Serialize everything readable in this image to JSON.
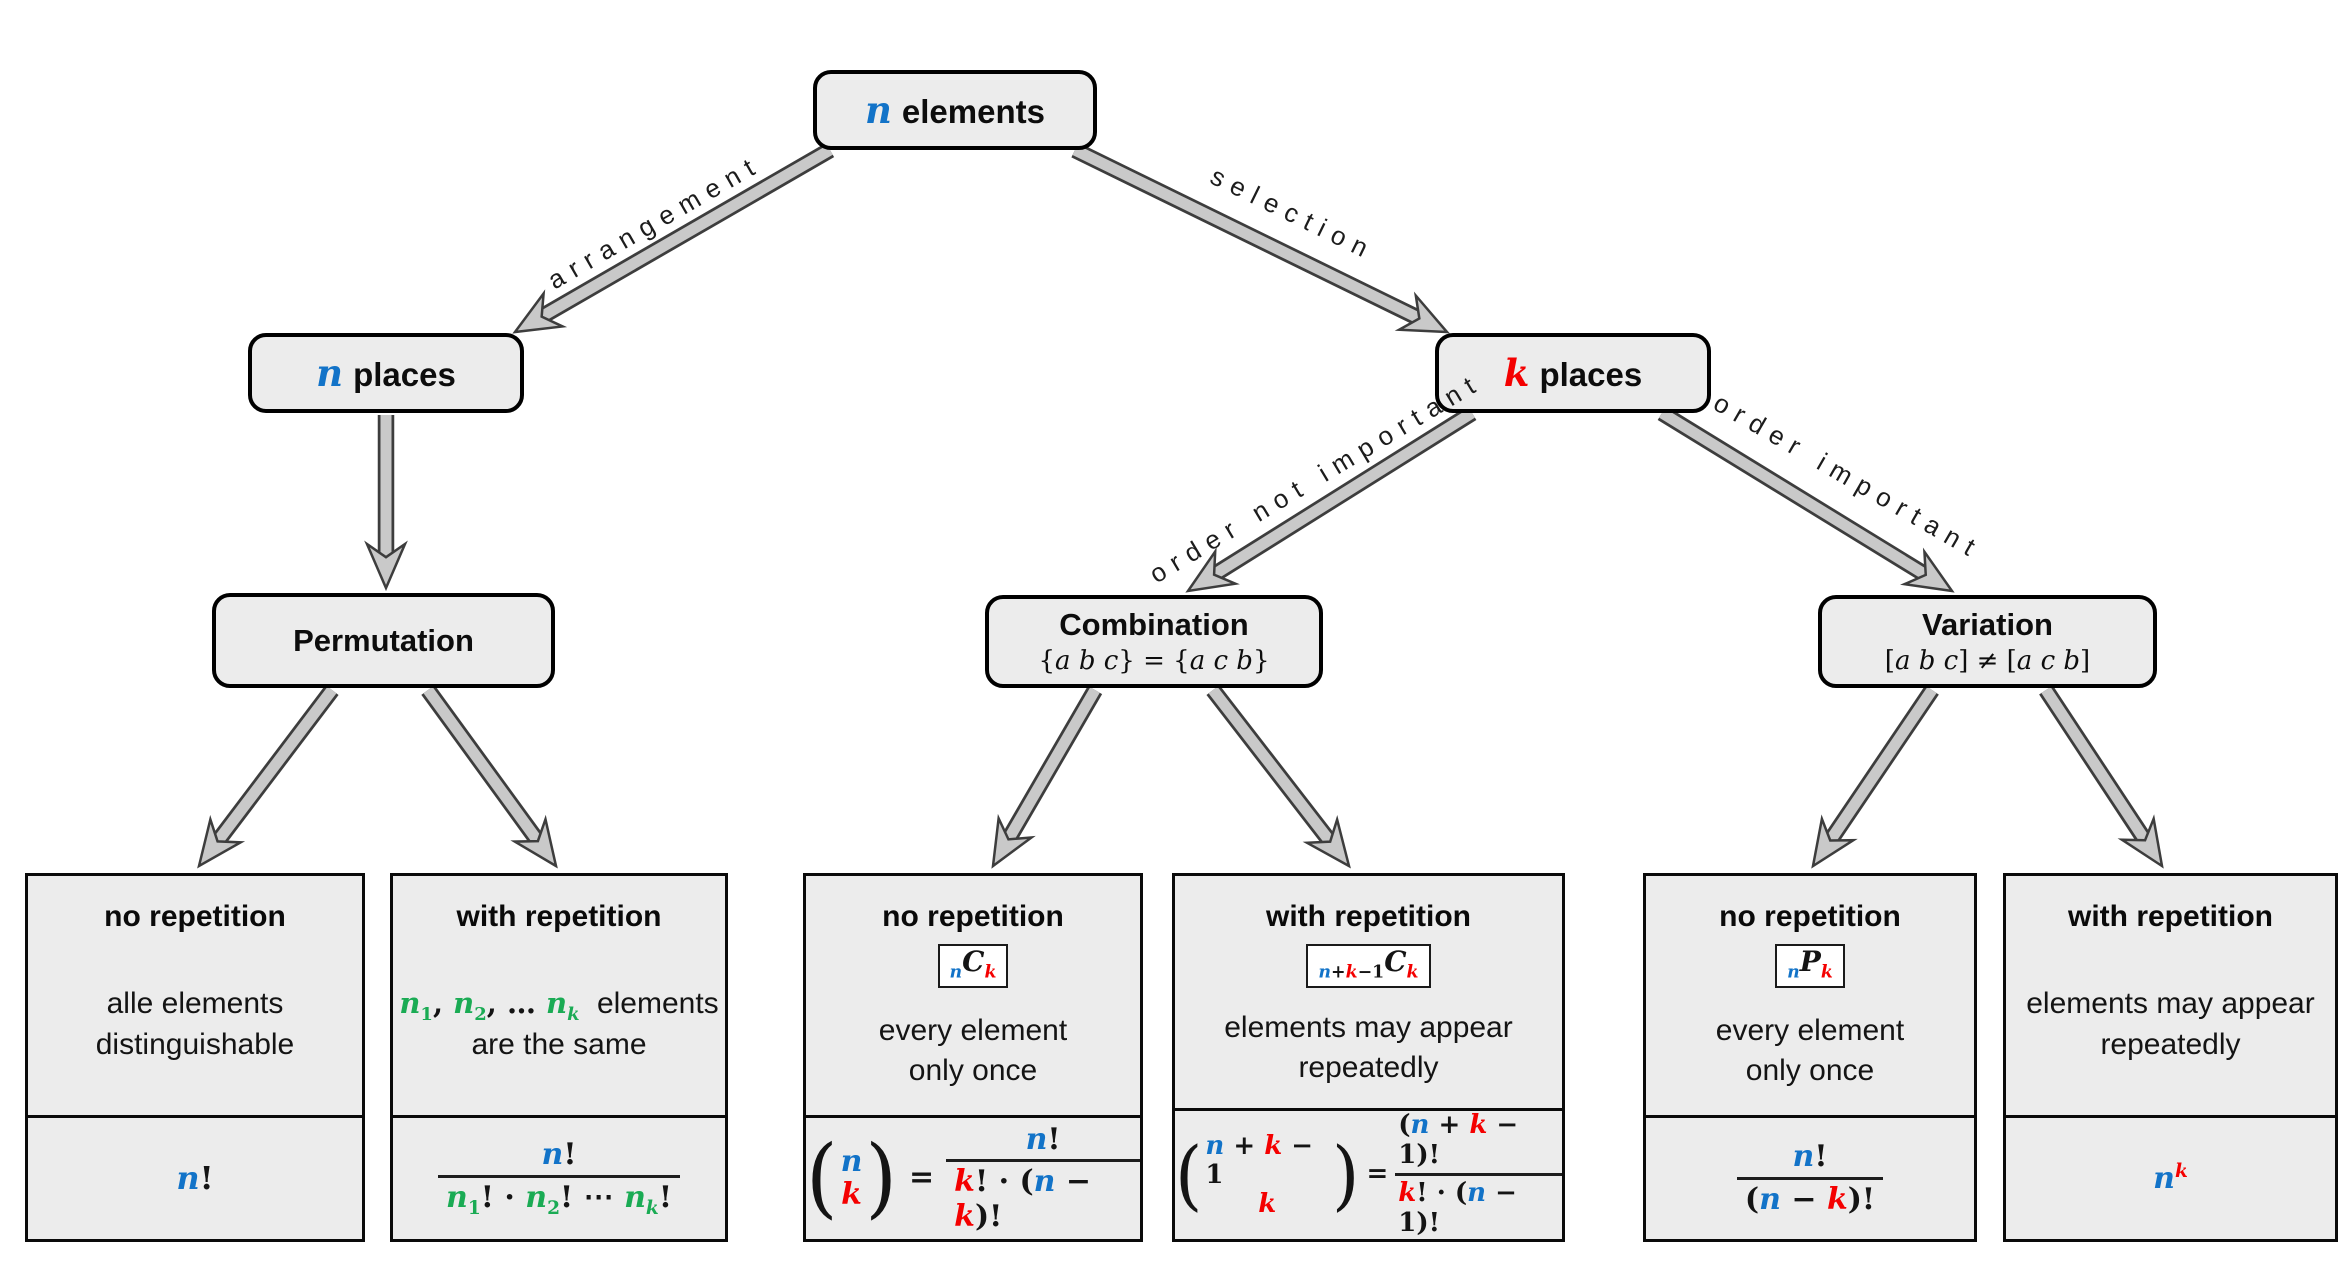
{
  "colors": {
    "blue": "#1273C8",
    "red": "#F40000",
    "green": "#1AAB54",
    "boxfill": "#ECECEC",
    "arrowfill": "#C9C9C9",
    "arrowline": "#3D3D3D"
  },
  "nodes": {
    "root": {
      "var": "n",
      "label": "elements"
    },
    "n_places": {
      "var": "n",
      "label": "places"
    },
    "k_places": {
      "var": "k",
      "label": "places"
    },
    "permutation": {
      "title": "Permutation"
    },
    "combination": {
      "title": "Combination",
      "subtitle": [
        {
          "t": "{"
        },
        {
          "t": "a b c",
          "v": 1
        },
        {
          "t": "} = {"
        },
        {
          "t": "a c b",
          "v": 1
        },
        {
          "t": "}"
        }
      ]
    },
    "variation": {
      "title": "Variation",
      "subtitle": [
        {
          "t": "["
        },
        {
          "t": "a b c",
          "v": 1
        },
        {
          "t": "] ≠ ["
        },
        {
          "t": "a c b",
          "v": 1
        },
        {
          "t": "]"
        }
      ]
    }
  },
  "edges": {
    "arrangement": "arrangement",
    "selection": "selection",
    "order_not_important": "order not important",
    "order_important": "order important"
  },
  "leaves": [
    {
      "heading": "no repetition",
      "desc": [
        "alle elements",
        "distinguishable"
      ],
      "formula": [
        {
          "t": "n",
          "c": "b",
          "v": 1
        },
        {
          "t": "!"
        }
      ]
    },
    {
      "heading": "with repetition",
      "desc_math": [
        {
          "t": "n",
          "c": "g",
          "v": 1
        },
        {
          "t": "1",
          "c": "g",
          "sub": 1
        },
        {
          "t": ", "
        },
        {
          "t": "n",
          "c": "g",
          "v": 1
        },
        {
          "t": "2",
          "c": "g",
          "sub": 1
        },
        {
          "t": ", … "
        },
        {
          "t": "n",
          "c": "g",
          "v": 1
        },
        {
          "t": "k",
          "c": "g",
          "v": 1,
          "sub": 1
        }
      ],
      "desc_tail": "elements",
      "desc2": "are the same",
      "frac": {
        "num": [
          {
            "t": "n",
            "c": "b",
            "v": 1
          },
          {
            "t": "!"
          }
        ],
        "den": [
          {
            "t": "n",
            "c": "g",
            "v": 1
          },
          {
            "t": "1",
            "c": "g",
            "sub": 1
          },
          {
            "t": "! · "
          },
          {
            "t": "n",
            "c": "g",
            "v": 1
          },
          {
            "t": "2",
            "c": "g",
            "sub": 1
          },
          {
            "t": "! ⋯ "
          },
          {
            "t": "n",
            "c": "g",
            "v": 1
          },
          {
            "t": "k",
            "c": "g",
            "v": 1,
            "sub": 1
          },
          {
            "t": "!"
          }
        ]
      }
    },
    {
      "heading": "no repetition",
      "symbol": [
        {
          "t": "n",
          "c": "b",
          "v": 1,
          "sub": 1
        },
        {
          "t": "C",
          "v": 1
        },
        {
          "t": "k",
          "c": "r",
          "v": 1,
          "sub": 1
        }
      ],
      "desc": [
        "every element",
        "only once"
      ],
      "binom": {
        "top": [
          {
            "t": "n",
            "c": "b",
            "v": 1
          }
        ],
        "bot": [
          {
            "t": "k",
            "c": "r",
            "v": 1
          }
        ]
      },
      "eq": "=",
      "frac": {
        "num": [
          {
            "t": "n",
            "c": "b",
            "v": 1
          },
          {
            "t": "!"
          }
        ],
        "den": [
          {
            "t": "k",
            "c": "r",
            "v": 1
          },
          {
            "t": "! · ("
          },
          {
            "t": "n",
            "c": "b",
            "v": 1
          },
          {
            "t": " − "
          },
          {
            "t": "k",
            "c": "r",
            "v": 1
          },
          {
            "t": ")!"
          }
        ]
      }
    },
    {
      "heading": "with repetition",
      "symbol": [
        {
          "t": "n",
          "c": "b",
          "v": 1,
          "sub": 1
        },
        {
          "t": "+",
          "sub": 1
        },
        {
          "t": "k",
          "c": "r",
          "v": 1,
          "sub": 1
        },
        {
          "t": "−1",
          "sub": 1
        },
        {
          "t": "C",
          "v": 1
        },
        {
          "t": "k",
          "c": "r",
          "v": 1,
          "sub": 1
        }
      ],
      "desc": [
        "elements may appear",
        "repeatedly"
      ],
      "binom": {
        "top": [
          {
            "t": "n",
            "c": "b",
            "v": 1
          },
          {
            "t": " + "
          },
          {
            "t": "k",
            "c": "r",
            "v": 1
          },
          {
            "t": " − 1"
          }
        ],
        "bot": [
          {
            "t": "k",
            "c": "r",
            "v": 1
          }
        ]
      },
      "eq": "=",
      "frac": {
        "num": [
          {
            "t": "("
          },
          {
            "t": "n",
            "c": "b",
            "v": 1
          },
          {
            "t": " + "
          },
          {
            "t": "k",
            "c": "r",
            "v": 1
          },
          {
            "t": " − 1)!"
          }
        ],
        "den": [
          {
            "t": "k",
            "c": "r",
            "v": 1
          },
          {
            "t": "! · ("
          },
          {
            "t": "n",
            "c": "b",
            "v": 1
          },
          {
            "t": " − 1)!"
          }
        ]
      }
    },
    {
      "heading": "no repetition",
      "symbol": [
        {
          "t": "n",
          "c": "b",
          "v": 1,
          "sub": 1
        },
        {
          "t": "P",
          "v": 1
        },
        {
          "t": "k",
          "c": "r",
          "v": 1,
          "sub": 1
        }
      ],
      "desc": [
        "every element",
        "only once"
      ],
      "frac": {
        "num": [
          {
            "t": "n",
            "c": "b",
            "v": 1
          },
          {
            "t": "!"
          }
        ],
        "den": [
          {
            "t": "("
          },
          {
            "t": "n",
            "c": "b",
            "v": 1
          },
          {
            "t": " − "
          },
          {
            "t": "k",
            "c": "r",
            "v": 1
          },
          {
            "t": ")!"
          }
        ]
      }
    },
    {
      "heading": "with repetition",
      "desc": [
        "elements may appear",
        "repeatedly"
      ],
      "formula": [
        {
          "t": "n",
          "c": "b",
          "v": 1
        },
        {
          "t": "k",
          "c": "r",
          "v": 1,
          "sup": 1
        }
      ]
    }
  ]
}
